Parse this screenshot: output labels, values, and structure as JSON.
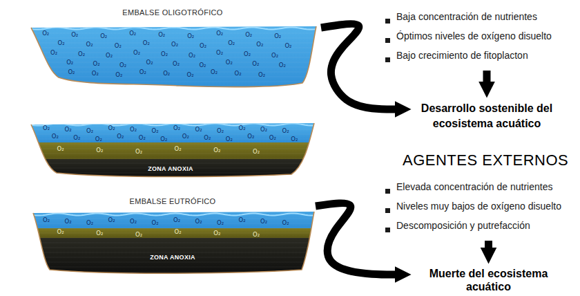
{
  "diagram": {
    "nodes": [
      {
        "text": [
          "EMBALSE OLIGOTRÓFICO",
          "O₂",
          "O₂",
          "O₂",
          "O₂",
          "O₂",
          "O₂",
          "O₂",
          "O₂",
          "O₂",
          "O₂",
          "O₂",
          "O₂",
          "O₂",
          "O₂",
          "O₂",
          "O₂",
          "O₂",
          "O₂",
          "O₂",
          "O₂",
          "O₂",
          "O₂",
          "O₂",
          "O₂",
          "O₂",
          "O₂",
          "O₂",
          "O₂",
          "O₂",
          "O₂",
          "O₂",
          "O₂",
          "O₂",
          "O₂",
          "O₂",
          "O₂",
          "O₂",
          "O₂",
          "O₂",
          "O₂",
          "O₂",
          "O₂",
          "O₂",
          "O₂",
          "O₂"
        ]
      },
      {
        "text": [
          "Baja concentración de nutrientes",
          "Óptimos niveles de oxígeno disuelto",
          "Bajo crecimiento de fitoplacton"
        ]
      },
      {
        "text": [
          "Desarrollo sostenible del ecosistema acuático"
        ]
      },
      {
        "text": [
          "O₂",
          "O₂",
          "O₂",
          "O₂",
          "O₂",
          "O₂",
          "O₂",
          "O₂",
          "O₂",
          "O₂",
          "O₂",
          "O₂",
          "O₂",
          "O₂",
          "O₂",
          "O₂",
          "O₂",
          "O₂",
          "O₂",
          "O₂",
          "O₂",
          "O₂",
          "O₂",
          "O₂",
          "O₂",
          "O₂",
          "O₂",
          "O₂",
          "O₂",
          "O₂",
          "ZONA ANOXIA"
        ]
      },
      {
        "text": [
          "EMBALSE EUTRÓFICO",
          "O₂",
          "O₂",
          "O₂",
          "O₂",
          "O₂",
          "O₂",
          "O₂",
          "O₂",
          "O₂",
          "O₂",
          "O₂",
          "O₂",
          "O₂",
          "O₂",
          "O₂",
          "O₂",
          "O₂",
          "O₂",
          "ZONA ANOXIA"
        ]
      },
      {
        "text": [
          "Elevada concentración de nutrientes",
          "Niveles muy bajos de oxígeno disuelto",
          "Descomposición y putrefacción"
        ]
      },
      {
        "text": [
          "Muerte del ecosistema acuático"
        ]
      }
    ],
    "edges": [
      {
        "from": 0,
        "to": 2,
        "arrow": "to"
      },
      {
        "from": 1,
        "to": 2,
        "arrow": "to"
      },
      {
        "from": 4,
        "to": 6,
        "arrow": "to"
      },
      {
        "from": 5,
        "to": 6,
        "arrow": "to"
      }
    ],
    "labels": [
      "AGENTES EXTERNOS"
    ]
  }
}
